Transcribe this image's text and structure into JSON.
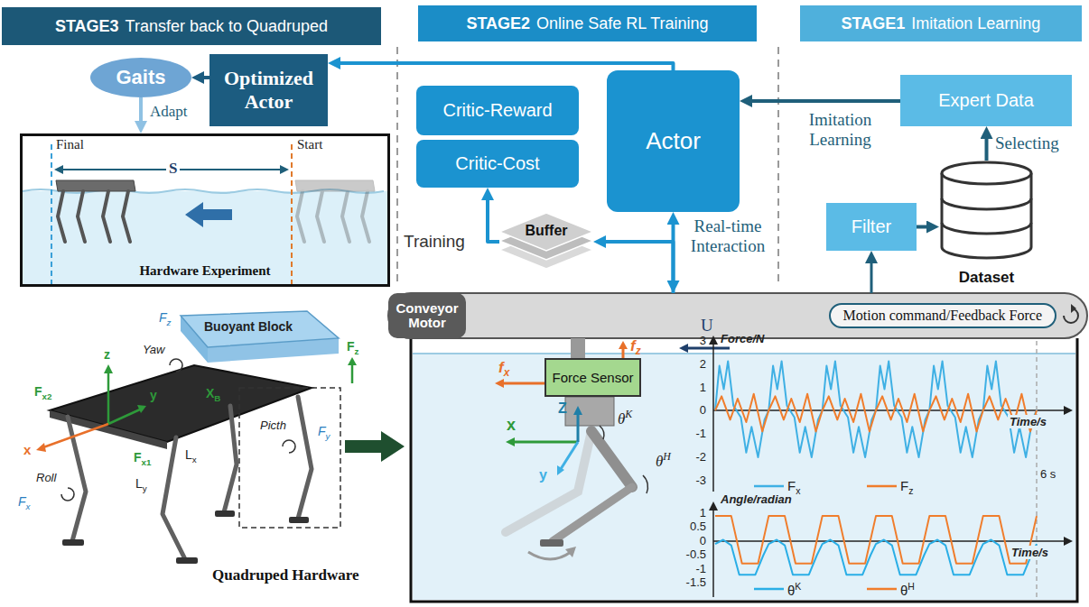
{
  "diagram": {
    "nodes": [
      {
        "text": [
          "STAGE3",
          "Transfer back to Quadruped"
        ]
      },
      {
        "text": [
          "STAGE2",
          "Online Safe RL Training"
        ]
      },
      {
        "text": [
          "STAGE1",
          "Imitation Learning"
        ]
      },
      {
        "text": [
          "Gaits"
        ]
      },
      {
        "text": [
          "Optimized Actor"
        ]
      },
      {
        "text": [
          "Hardware Experiment"
        ]
      },
      {
        "text": [
          "Critic-Reward"
        ]
      },
      {
        "text": [
          "Critic-Cost"
        ]
      },
      {
        "text": [
          "Actor"
        ]
      },
      {
        "text": [
          "Buffer"
        ]
      },
      {
        "text": [
          "Expert Data"
        ]
      },
      {
        "text": [
          "Dataset"
        ]
      },
      {
        "text": [
          "Filter"
        ]
      },
      {
        "text": [
          "Motion command/Feedback Force"
        ]
      },
      {
        "text": [
          "Conveyor Motor"
        ],
        "in": 13
      },
      {
        "text": [
          "Force Sensor"
        ]
      }
    ],
    "edges": [
      {
        "from": 8,
        "to": 4,
        "arrow": "to"
      },
      {
        "from": 4,
        "to": 3,
        "arrow": "to"
      },
      {
        "from": 3,
        "to": 5,
        "label": "Adapt",
        "arrow": "to"
      },
      {
        "from": 9,
        "to": 7,
        "label": "Training",
        "arrow": "to"
      },
      {
        "from": 8,
        "to": 13,
        "label": "Real-time Interaction",
        "arrow": "both"
      },
      {
        "from": 13,
        "to": 9,
        "arrow": "to"
      },
      {
        "from": 10,
        "to": 8,
        "label": "Imitation Learning",
        "arrow": "to"
      },
      {
        "from": 11,
        "to": 10,
        "label": "Selecting",
        "arrow": "to"
      },
      {
        "from": 12,
        "to": 11,
        "arrow": "to"
      },
      {
        "from": 13,
        "to": 12,
        "arrow": "to"
      }
    ],
    "labels": [
      "Final",
      "Start",
      "S",
      "Buoyant Block",
      "Yaw",
      "Fz",
      "z",
      "Fz",
      "Picth",
      "Fy",
      "XB",
      "Fx2",
      "y",
      "Lx",
      "Ly",
      "x",
      "Fx1",
      "Roll",
      "Fx",
      "Quadruped Hardware",
      "U",
      "fz",
      "fx",
      "Z",
      "x",
      "y",
      "θK",
      "θH",
      "Force/N",
      "3",
      "2",
      "1",
      "0",
      "-1",
      "-2",
      "-3",
      "Time/s",
      "6 s",
      "Angle/radian",
      "1",
      "0.5",
      "0",
      "-0.5",
      "-1",
      "-1.5",
      "Time/s"
    ],
    "legend": [
      {
        "text": "Fx"
      },
      {
        "text": "Fz"
      },
      {
        "text": "θK"
      },
      {
        "text": "θH"
      }
    ]
  }
}
